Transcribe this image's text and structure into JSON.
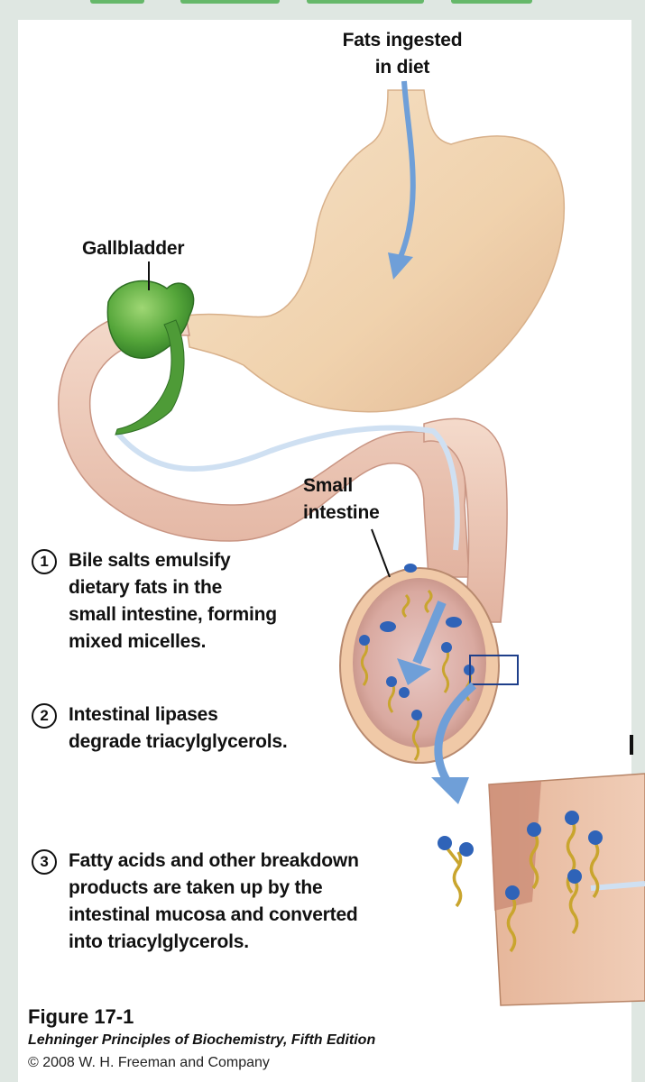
{
  "labels": {
    "fats_ingested": "Fats ingested\nin diet",
    "gallbladder": "Gallbladder",
    "small_intestine": "Small\nintestine"
  },
  "steps": [
    {
      "number": "1",
      "text": "Bile salts emulsify\ndietary fats in the\nsmall intestine, forming\nmixed micelles."
    },
    {
      "number": "2",
      "text": "Intestinal lipases\ndegrade triacylglycerols."
    },
    {
      "number": "3",
      "text": "Fatty acids and other breakdown\nproducts are taken up by the\nintestinal mucosa and converted\ninto triacylglycerols."
    }
  ],
  "caption": {
    "figure": "Figure 17-1",
    "book": "Lehninger Principles of Biochemistry, Fifth Edition",
    "copyright": "© 2008 W. H. Freeman and Company"
  },
  "colors": {
    "stomach": "#f3d7b4",
    "intestine": "#eec8b3",
    "gallbladder": "#5aa83c",
    "arrow": "#6f9fd8",
    "micelle_head": "#2f63b8",
    "lipid_tail": "#c9a52e"
  }
}
